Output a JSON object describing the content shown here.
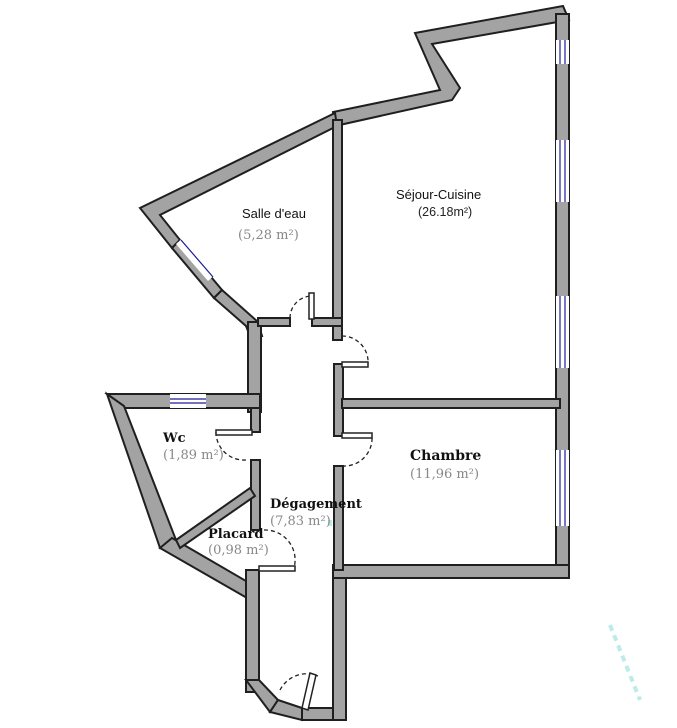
{
  "rooms": [
    {
      "id": "sejour-cuisine",
      "name": "Séjour-Cuisine",
      "area": "(26.18m²)"
    },
    {
      "id": "salle-d-eau",
      "name": "Salle d'eau",
      "area": "(5,28 m²)"
    },
    {
      "id": "chambre",
      "name": "Chambre",
      "area": "(11,96 m²)"
    },
    {
      "id": "wc",
      "name": "Wc",
      "area": "(1,89 m²)"
    },
    {
      "id": "degagement",
      "name": "Dégagement",
      "area": "(7,83 m²)"
    },
    {
      "id": "placard",
      "name": "Placard",
      "area": "(0,98 m²)"
    }
  ],
  "colors": {
    "wall_fill": "#a3a3a3",
    "wall_stroke": "#1f1f1f",
    "window": "#1c1c9a",
    "watermark": "#9fe3df"
  }
}
